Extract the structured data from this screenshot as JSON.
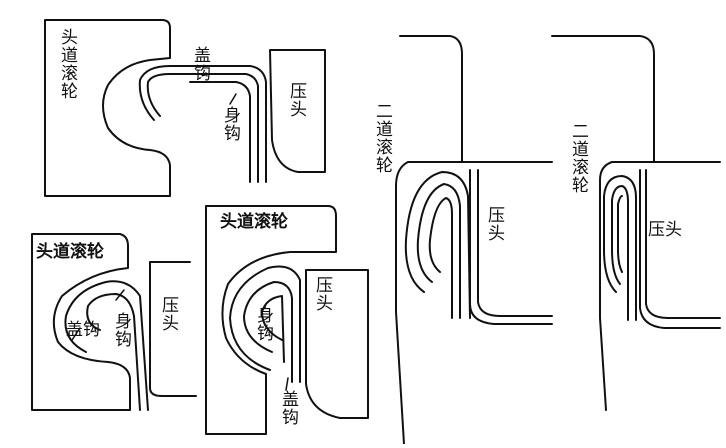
{
  "colors": {
    "ink": "#111111",
    "paper": "#ffffff"
  },
  "panels": {
    "a": {
      "roller": "头道滚轮",
      "cover_hook": "盖钩",
      "body_hook": "身钩",
      "chuck": "压头"
    },
    "b": {
      "roller": "头道滚轮",
      "cover_hook": "盖钩",
      "body_hook": "身钩",
      "chuck": "压头"
    },
    "c": {
      "roller": "头道滚轮",
      "cover_hook": "盖钩",
      "body_hook": "身钩",
      "chuck": "压头"
    },
    "d": {
      "roller": "二道滚轮",
      "chuck": "压头"
    },
    "e": {
      "roller": "二道滚轮",
      "chuck": "压头"
    }
  }
}
